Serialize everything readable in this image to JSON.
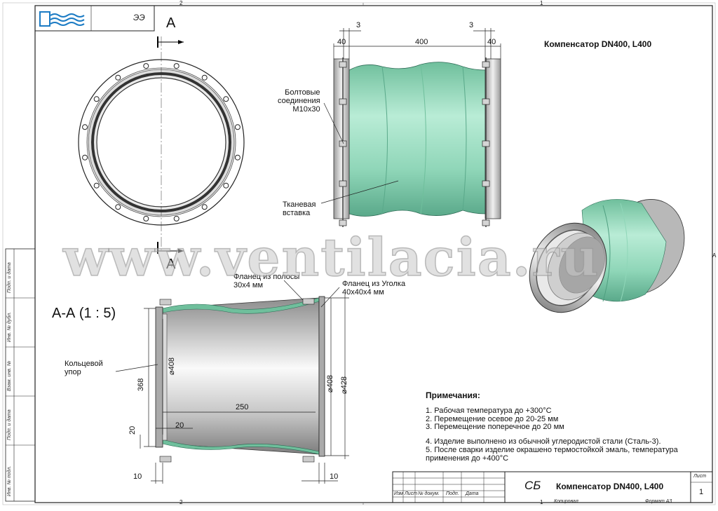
{
  "header": {
    "logo_code": "ЭЭ",
    "zone_top_left": "2",
    "zone_top_right": "1",
    "zone_bottom_left": "2",
    "zone_bottom_right": "1",
    "zone_right": "A"
  },
  "drawing": {
    "title": "Компенсатор DN400, L400",
    "cut_label_top": "A",
    "cut_label_bottom": "A",
    "section_label": "А-А (1 : 5)",
    "dims_top": {
      "left_small": "3",
      "right_small": "3",
      "left_flange": "40",
      "length": "400",
      "right_flange": "40"
    },
    "dims_section": {
      "d_inner": "⌀408",
      "d_outer_inner": "⌀408",
      "d_outer": "⌀428",
      "height": "368",
      "length": "250",
      "stop": "20",
      "offset": "20",
      "left_10": "10",
      "right_10": "10"
    },
    "callouts": {
      "bolts": "Болтовые\nсоединения\nМ10х30",
      "insert": "Тканевая\nвставка",
      "flange_strip": "Фланец из полосы\n30х4 мм",
      "flange_angle": "Фланец из Уголка\n40х40х4 мм",
      "ring_stop": "Кольцевой\nупор"
    }
  },
  "notes": {
    "heading": "Примечания:",
    "items": [
      "1. Рабочая температура до +300°С",
      "2. Перемещение осевое до 20-25 мм",
      "3. Перемещение поперечное до 20 мм",
      "4. Изделие выполнено из обычной углеродистой стали (Сталь-3).",
      "5. После сварки изделие окрашено термостойкой эмаль, температура\nприменения до +400°С"
    ]
  },
  "side_stamp": [
    "Подп. и дата",
    "Инв. № дубл.",
    "Взам. инв. №",
    "Подп. и дата",
    "Инв. № подл."
  ],
  "title_block": {
    "code": "СБ",
    "name": "Компенсатор DN400, L400",
    "sheet_label": "Лист",
    "sheet_number": "1",
    "cols": [
      "Изм",
      "Лист",
      "№ докум.",
      "Подп.",
      "Дата"
    ],
    "copied": "Копировал",
    "format": "Формат А3"
  },
  "watermark": "www.ventilacia.ru",
  "colors": {
    "fabric": "#8fd6b8",
    "fabric_dark": "#4f9f80",
    "steel": "#c9c9c9",
    "steel_dark": "#6d6d6d",
    "line": "#222222"
  }
}
